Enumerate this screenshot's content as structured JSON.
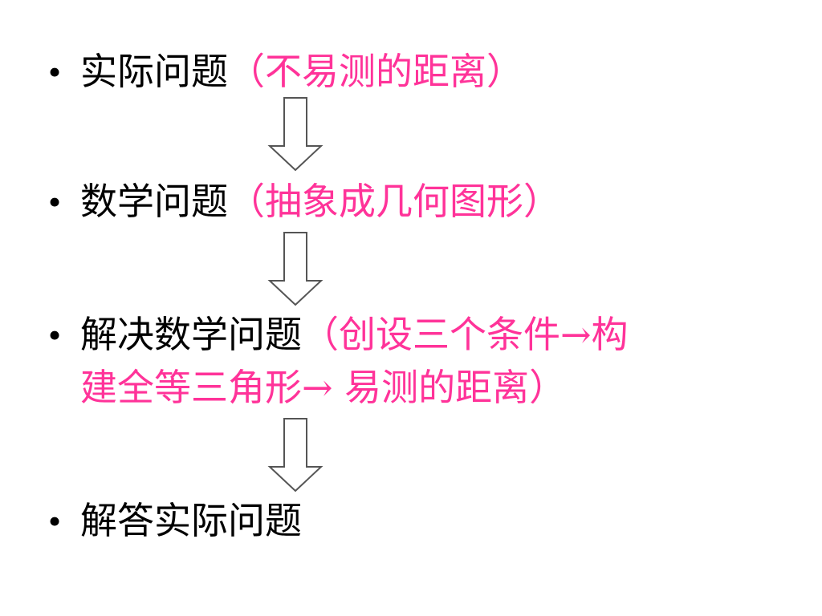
{
  "slide": {
    "items": [
      {
        "bullet": "•",
        "main": "实际问题",
        "note": "（不易测的距离）"
      },
      {
        "bullet": "•",
        "main": "数学问题",
        "note": "（抽象成几何图形）"
      },
      {
        "bullet": "•",
        "main": "解决数学问题",
        "note_line1": "（创设三个条件→构",
        "note_line2": "建全等三角形→ 易测的距离）"
      },
      {
        "bullet": "•",
        "main": "解答实际问题"
      }
    ],
    "colors": {
      "text": "#000000",
      "note": "#ff3399",
      "arrow_stroke": "#555555",
      "background": "#ffffff"
    },
    "arrow_icon": "down-outline-arrow"
  }
}
